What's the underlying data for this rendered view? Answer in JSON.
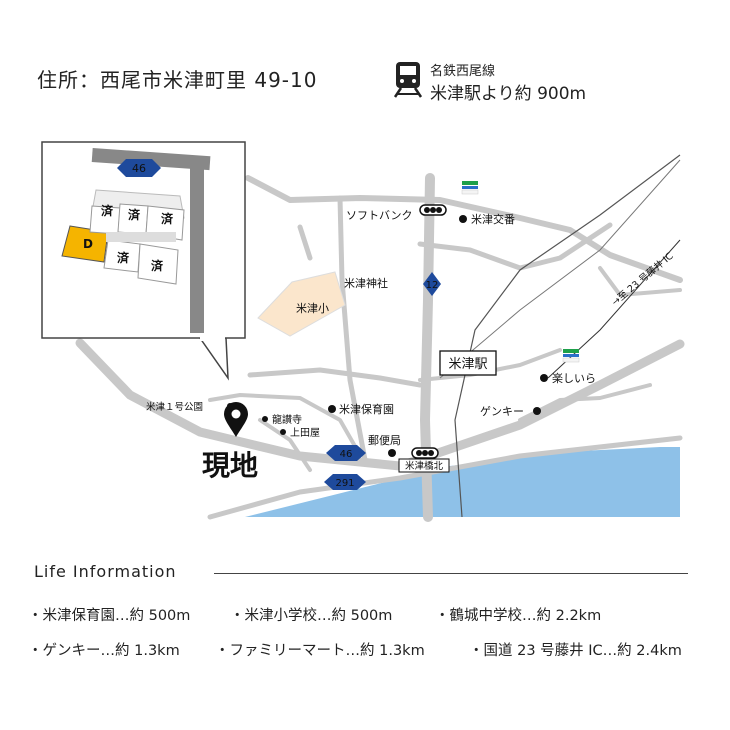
{
  "header": {
    "address": "住所：西尾市米津町里 49-10",
    "line_name": "名鉄西尾線",
    "station_distance": "米津駅より約 900m",
    "train_icon": "train-icon"
  },
  "map": {
    "current_location": "現地",
    "route_46": "46",
    "route_12": "12",
    "route_291": "291",
    "highway_label": "→至 23 号藤井 IC",
    "station_label": "米津駅",
    "colors": {
      "water": "#8ec1e8",
      "school_area": "#fbe6cc",
      "selected_lot": "#f5b400",
      "sold_text": "#e01e1e",
      "road": "#c4c4c4",
      "route_shield": "#1e4a9c"
    },
    "poi": {
      "softbank": "ソフトバンク",
      "koban": "米津交番",
      "jinja": "米津神社",
      "shogakko": "米津小",
      "koen": "米津１号公園",
      "ryusanji": "龍讃寺",
      "kamitaya": "上田屋",
      "hoikuen": "米津保育園",
      "yubinkyoku": "郵便局",
      "hashikita": "米津橋北",
      "genky": "ゲンキー",
      "tanoshiira": "楽しいら"
    },
    "inset": {
      "route": "46",
      "lots": [
        "済",
        "済",
        "済",
        "済",
        "済"
      ],
      "selected_lot": "D"
    }
  },
  "life": {
    "title": "Life Information",
    "items": [
      "・米津保育園…約 500m",
      "・米津小学校…約 500m",
      "・鶴城中学校…約 2.2km",
      "・ゲンキー…約 1.3km",
      "・ファミリーマート…約 1.3km",
      "・国道 23 号藤井 IC…約 2.4km"
    ]
  }
}
